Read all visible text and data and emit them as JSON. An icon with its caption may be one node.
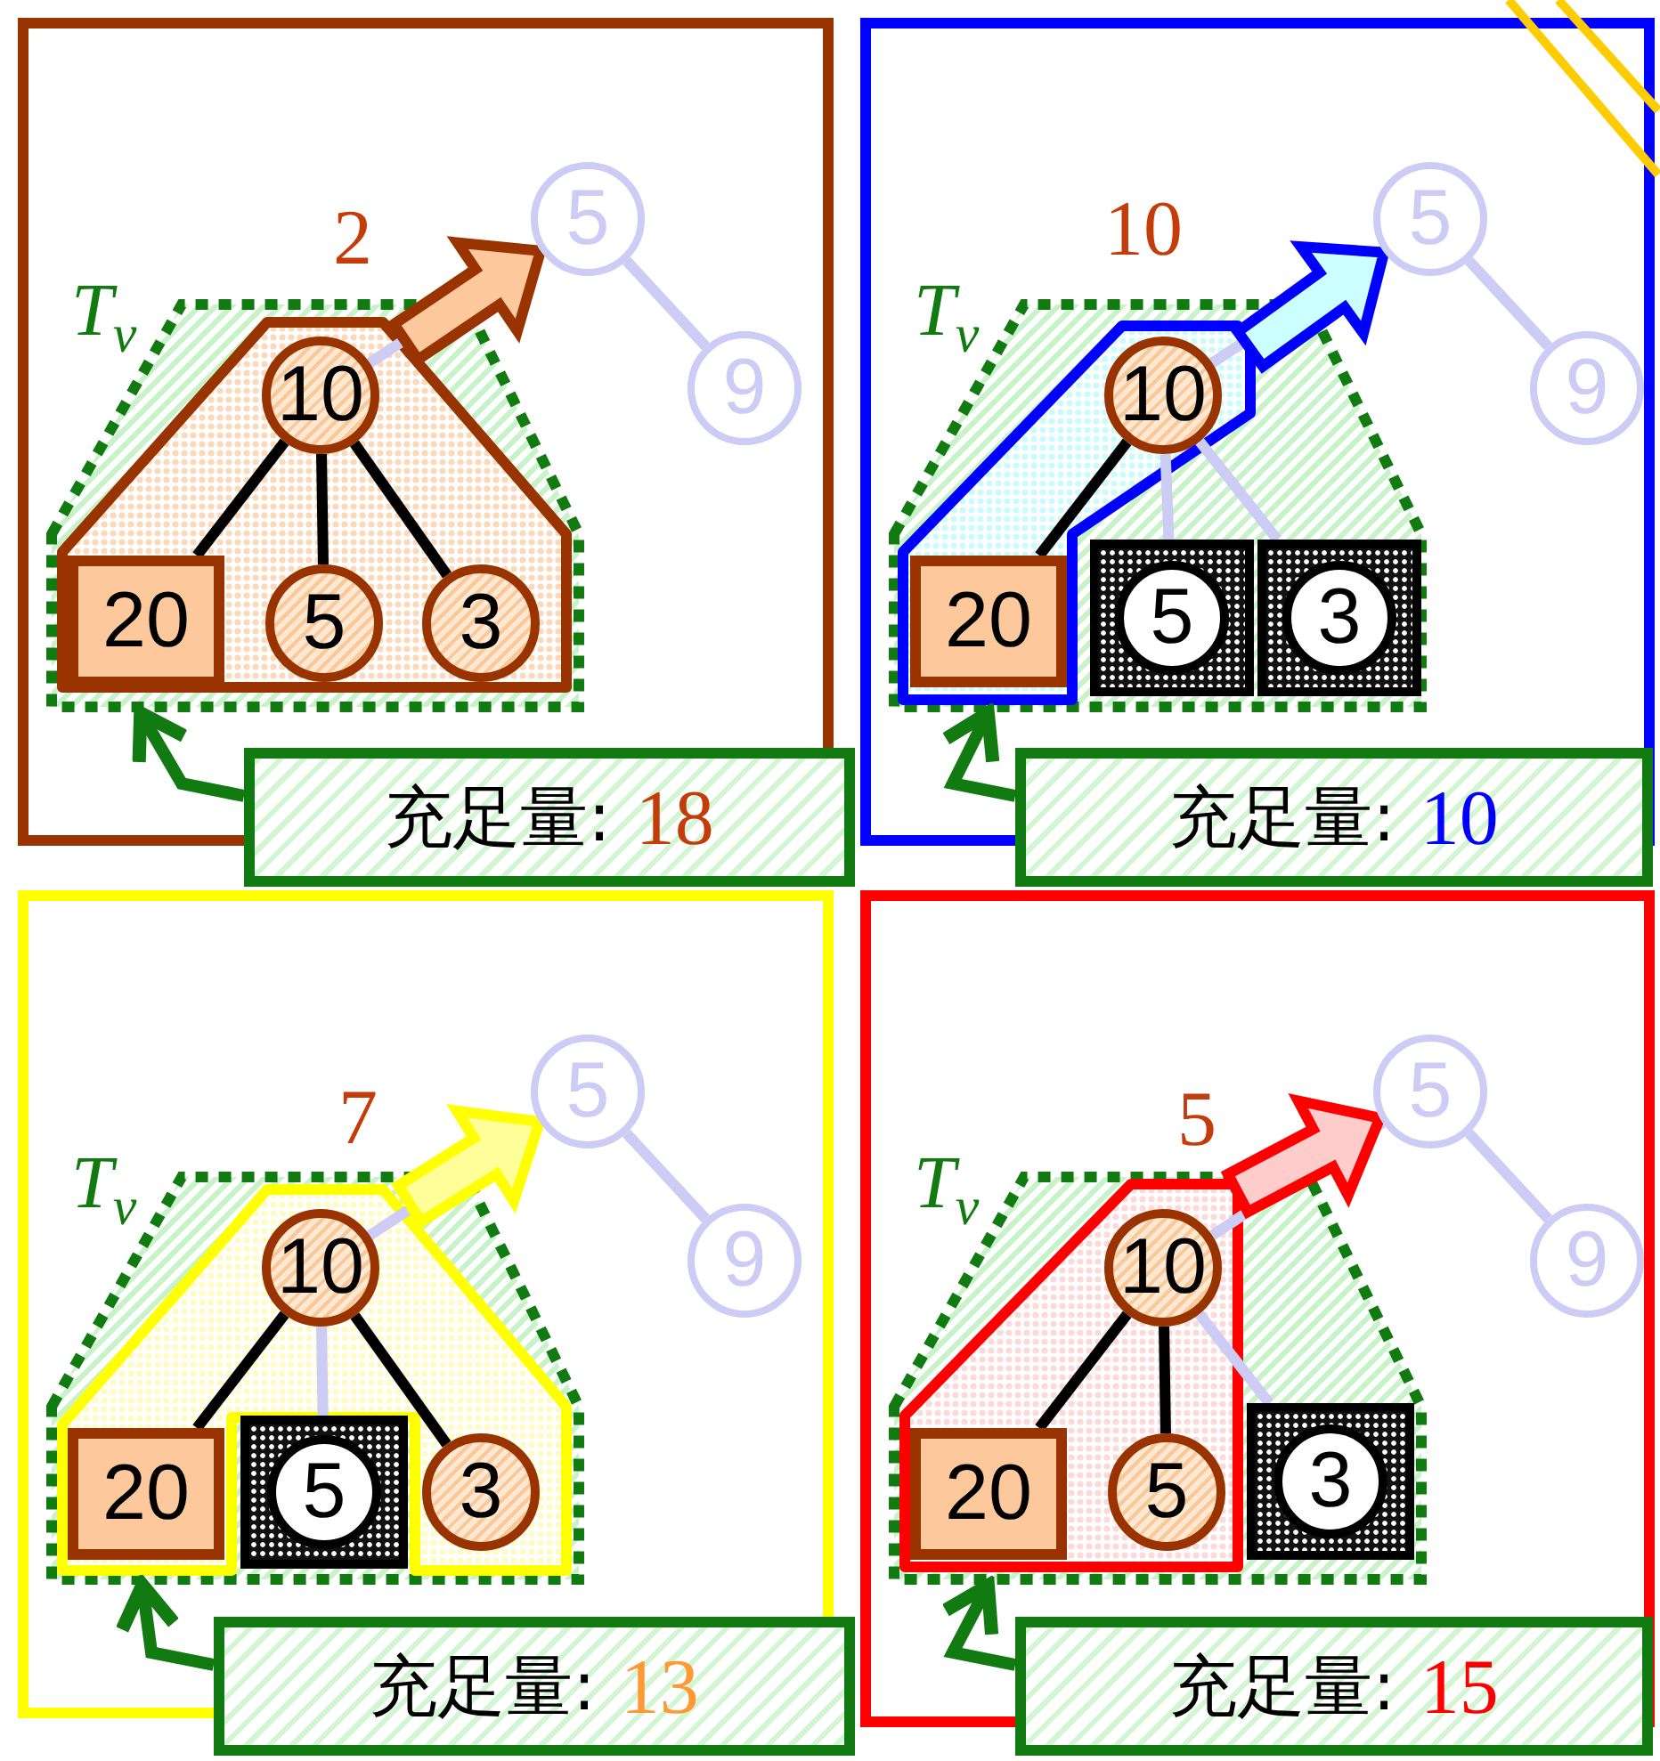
{
  "diagram": {
    "nodes": [
      {
        "text": [],
        "shape": "box"
      },
      {
        "text": [
          "T$_{v}$"
        ],
        "in": 0
      },
      {
        "text": [],
        "shape": "polygon",
        "in": 1
      },
      {
        "text": [
          "10"
        ],
        "in": 2
      },
      {
        "text": [
          "20"
        ],
        "in": 2
      },
      {
        "text": [
          "5"
        ],
        "in": 2
      },
      {
        "text": [
          "3"
        ],
        "in": 2
      },
      {
        "text": [
          "5"
        ],
        "in": 0
      },
      {
        "text": [
          "9"
        ],
        "in": 0
      },
      {
        "text": [
          "充足量:",
          "18"
        ]
      },
      {
        "text": [],
        "shape": "box"
      },
      {
        "text": [
          "T$_{v}$"
        ],
        "in": 10
      },
      {
        "text": [],
        "shape": "polygon",
        "in": 11
      },
      {
        "text": [
          "10"
        ],
        "in": 12
      },
      {
        "text": [
          "20"
        ],
        "in": 12
      },
      {
        "text": [
          "5"
        ],
        "in": 11
      },
      {
        "text": [
          "3"
        ],
        "in": 11
      },
      {
        "text": [
          "5"
        ],
        "in": 10
      },
      {
        "text": [
          "9"
        ],
        "in": 10
      },
      {
        "text": [
          "充足量:",
          "10"
        ]
      },
      {
        "text": [],
        "shape": "box"
      },
      {
        "text": [
          "T$_{v}$"
        ],
        "in": 20
      },
      {
        "text": [],
        "shape": "polygon",
        "in": 21
      },
      {
        "text": [
          "10"
        ],
        "in": 22
      },
      {
        "text": [
          "20"
        ],
        "in": 22
      },
      {
        "text": [
          "5"
        ],
        "in": 21
      },
      {
        "text": [
          "3"
        ],
        "in": 22
      },
      {
        "text": [
          "5"
        ],
        "in": 20
      },
      {
        "text": [
          "9"
        ],
        "in": 20
      },
      {
        "text": [
          "充足量:",
          "13"
        ]
      },
      {
        "text": [],
        "shape": "box"
      },
      {
        "text": [
          "T$_{v}$"
        ],
        "in": 30
      },
      {
        "text": [],
        "shape": "polygon",
        "in": 31
      },
      {
        "text": [
          "10"
        ],
        "in": 32
      },
      {
        "text": [
          "20"
        ],
        "in": 32
      },
      {
        "text": [
          "5"
        ],
        "in": 32
      },
      {
        "text": [
          "3"
        ],
        "in": 31
      },
      {
        "text": [
          "5"
        ],
        "in": 30
      },
      {
        "text": [
          "9"
        ],
        "in": 30
      },
      {
        "text": [
          "充足量:",
          "15"
        ]
      }
    ],
    "edges": [
      {
        "from": 3,
        "to": 4,
        "arrow": "none",
        "color": "#000000"
      },
      {
        "from": 3,
        "to": 5,
        "arrow": "none",
        "color": "#000000"
      },
      {
        "from": 3,
        "to": 6,
        "arrow": "none",
        "color": "#000000"
      },
      {
        "from": 7,
        "to": 8,
        "arrow": "none",
        "color": "#ccccf5"
      },
      {
        "from": 3,
        "to": 7,
        "arrow": "none",
        "color": "#ccccf5"
      },
      {
        "from": 2,
        "to": 7,
        "arrow": "to",
        "label": "2",
        "style": "thick",
        "color": "#993300"
      },
      {
        "from": 9,
        "to": 1,
        "arrow": "to",
        "color": "#117a11"
      },
      {
        "from": 13,
        "to": 14,
        "arrow": "none",
        "color": "#000000"
      },
      {
        "from": 13,
        "to": 15,
        "arrow": "none",
        "color": "#ccccf5"
      },
      {
        "from": 13,
        "to": 16,
        "arrow": "none",
        "color": "#ccccf5"
      },
      {
        "from": 17,
        "to": 18,
        "arrow": "none",
        "color": "#ccccf5"
      },
      {
        "from": 13,
        "to": 17,
        "arrow": "none",
        "color": "#ccccf5"
      },
      {
        "from": 12,
        "to": 17,
        "arrow": "to",
        "label": "10",
        "style": "thick",
        "color": "#0000ff"
      },
      {
        "from": 19,
        "to": 11,
        "arrow": "to",
        "color": "#117a11"
      },
      {
        "from": 23,
        "to": 24,
        "arrow": "none",
        "color": "#000000"
      },
      {
        "from": 23,
        "to": 25,
        "arrow": "none",
        "color": "#ccccf5"
      },
      {
        "from": 23,
        "to": 26,
        "arrow": "none",
        "color": "#000000"
      },
      {
        "from": 27,
        "to": 28,
        "arrow": "none",
        "color": "#ccccf5"
      },
      {
        "from": 23,
        "to": 27,
        "arrow": "none",
        "color": "#ccccf5"
      },
      {
        "from": 22,
        "to": 27,
        "arrow": "to",
        "label": "7",
        "style": "thick",
        "color": "#ffff00"
      },
      {
        "from": 29,
        "to": 21,
        "arrow": "to",
        "color": "#117a11"
      },
      {
        "from": 33,
        "to": 34,
        "arrow": "none",
        "color": "#000000"
      },
      {
        "from": 33,
        "to": 35,
        "arrow": "none",
        "color": "#000000"
      },
      {
        "from": 33,
        "to": 36,
        "arrow": "none",
        "color": "#ccccf5"
      },
      {
        "from": 37,
        "to": 38,
        "arrow": "none",
        "color": "#ccccf5"
      },
      {
        "from": 33,
        "to": 37,
        "arrow": "none",
        "color": "#ccccf5"
      },
      {
        "from": 32,
        "to": 37,
        "arrow": "to",
        "label": "5",
        "style": "thick",
        "color": "#ff0000"
      },
      {
        "from": 39,
        "to": 31,
        "arrow": "to",
        "color": "#117a11"
      }
    ]
  }
}
